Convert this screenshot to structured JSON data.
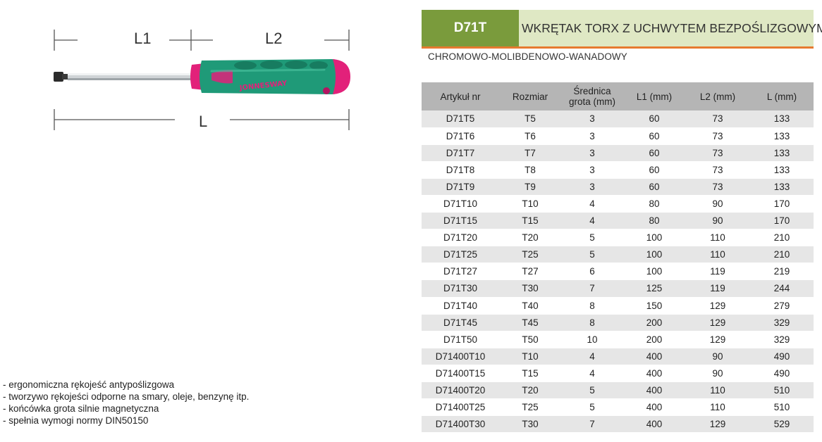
{
  "header": {
    "code": "D71T",
    "title": "WKRĘTAK TORX Z UCHWYTEM BEZPOŚLIZGOWYM",
    "subtitle": "CHROMOWO-MOLIBDENOWO-WANADOWY"
  },
  "illustration": {
    "dim_l1": "L1",
    "dim_l2": "L2",
    "dim_l": "L",
    "handle_brand": "JONNESWAY",
    "colors": {
      "grip": "#1f9a78",
      "accent": "#e2217a",
      "shaft": "#cfd3d6"
    }
  },
  "features": [
    "- ergonomiczna rękojeść antypoślizgowa",
    "- tworzywo rękojeści odporne na smary, oleje, benzynę itp.",
    "- końcówka grota silnie magnetyczna",
    "- spełnia wymogi normy DIN50150"
  ],
  "table": {
    "columns": [
      "Artykuł nr",
      "Rozmiar",
      "Średnica grota (mm)",
      "L1 (mm)",
      "L2 (mm)",
      "L (mm)"
    ],
    "rows": [
      [
        "D71T5",
        "T5",
        "3",
        "60",
        "73",
        "133"
      ],
      [
        "D71T6",
        "T6",
        "3",
        "60",
        "73",
        "133"
      ],
      [
        "D71T7",
        "T7",
        "3",
        "60",
        "73",
        "133"
      ],
      [
        "D71T8",
        "T8",
        "3",
        "60",
        "73",
        "133"
      ],
      [
        "D71T9",
        "T9",
        "3",
        "60",
        "73",
        "133"
      ],
      [
        "D71T10",
        "T10",
        "4",
        "80",
        "90",
        "170"
      ],
      [
        "D71T15",
        "T15",
        "4",
        "80",
        "90",
        "170"
      ],
      [
        "D71T20",
        "T20",
        "5",
        "100",
        "110",
        "210"
      ],
      [
        "D71T25",
        "T25",
        "5",
        "100",
        "110",
        "210"
      ],
      [
        "D71T27",
        "T27",
        "6",
        "100",
        "119",
        "219"
      ],
      [
        "D71T30",
        "T30",
        "7",
        "125",
        "119",
        "244"
      ],
      [
        "D71T40",
        "T40",
        "8",
        "150",
        "129",
        "279"
      ],
      [
        "D71T45",
        "T45",
        "8",
        "200",
        "129",
        "329"
      ],
      [
        "D71T50",
        "T50",
        "10",
        "200",
        "129",
        "329"
      ],
      [
        "D71400T10",
        "T10",
        "4",
        "400",
        "90",
        "490"
      ],
      [
        "D71400T15",
        "T15",
        "4",
        "400",
        "90",
        "490"
      ],
      [
        "D71400T20",
        "T20",
        "5",
        "400",
        "110",
        "510"
      ],
      [
        "D71400T25",
        "T25",
        "5",
        "400",
        "110",
        "510"
      ],
      [
        "D71400T30",
        "T30",
        "7",
        "400",
        "129",
        "529"
      ]
    ]
  },
  "colors": {
    "header_code_bg": "#7a9b3c",
    "header_title_bg": "#dfe8c4",
    "header_rule": "#e67a30",
    "table_header_bg": "#b5b5b5",
    "row_stripe": "#e6e6e6"
  }
}
